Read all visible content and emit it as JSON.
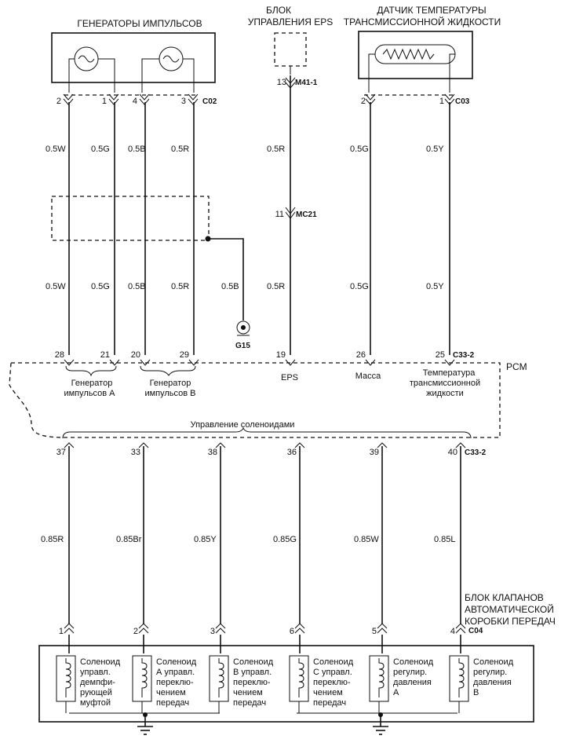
{
  "titles": {
    "pulse_generators": "ГЕНЕРАТОРЫ ИМПУЛЬСОВ",
    "eps_block_line1": "БЛОК",
    "eps_block_line2": "УПРАВЛЕНИЯ EPS",
    "temp_sensor_line1": "ДАТЧИК ТЕМПЕРАТУРЫ",
    "temp_sensor_line2": "ТРАНСМИССИОННОЙ ЖИДКОСТИ",
    "valve_block_line1": "БЛОК КЛАПАНОВ",
    "valve_block_line2": "АВТОМАТИЧЕСКОЙ",
    "valve_block_line3": "КОРОБКИ ПЕРЕДАЧ",
    "pcm": "PCM",
    "solenoid_control": "Управление соленоидами"
  },
  "connectors": {
    "c02": "C02",
    "m41": "M41-1",
    "mc21": "MC21",
    "c03": "C03",
    "c33_top": "C33-2",
    "c33_bottom": "C33-2",
    "c04": "C04",
    "ground": "G15"
  },
  "top_pins": {
    "gen": [
      "2",
      "1",
      "4",
      "3"
    ],
    "eps": "13",
    "mc21": "11",
    "temp": [
      "2",
      "1"
    ]
  },
  "wire_labels_upper": {
    "gen": [
      "0.5W",
      "0.5G",
      "0.5B",
      "0.5R"
    ],
    "eps": "0.5R",
    "temp": [
      "0.5G",
      "0.5Y"
    ]
  },
  "wire_labels_lower": {
    "gen": [
      "0.5W",
      "0.5G",
      "0.5B",
      "0.5R"
    ],
    "shield": "0.5B",
    "eps": "0.5R",
    "temp": [
      "0.5G",
      "0.5Y"
    ]
  },
  "pcm_pins_top": [
    "28",
    "21",
    "20",
    "29",
    "19",
    "26",
    "25"
  ],
  "pcm_labels": {
    "gen_a_line1": "Генератор",
    "gen_a_line2": "импульсов А",
    "gen_b_line1": "Генератор",
    "gen_b_line2": "импульсов В",
    "eps": "EPS",
    "ground": "Масса",
    "temp_line1": "Температура",
    "temp_line2": "трансмиссионной",
    "temp_line3": "жидкости"
  },
  "pcm_pins_bottom": [
    "37",
    "33",
    "38",
    "36",
    "39",
    "40"
  ],
  "solenoid_wires": [
    "0.85R",
    "0.85Br",
    "0.85Y",
    "0.85G",
    "0.85W",
    "0.85L"
  ],
  "valve_pins": [
    "1",
    "2",
    "3",
    "6",
    "5",
    "4"
  ],
  "solenoids": [
    [
      "Соленоид",
      "управл.",
      "демпфи-",
      "рующей",
      "муфтой"
    ],
    [
      "Соленоид",
      "А управл.",
      "переклю-",
      "чением",
      "передач"
    ],
    [
      "Соленоид",
      "В управл.",
      "переклю-",
      "чением",
      "передач"
    ],
    [
      "Соленоид",
      "С управл.",
      "переклю-",
      "чением",
      "передач"
    ],
    [
      "Соленоид",
      "регулир.",
      "давления",
      "А"
    ],
    [
      "Соленоид",
      "регулир.",
      "давления",
      "В"
    ]
  ]
}
